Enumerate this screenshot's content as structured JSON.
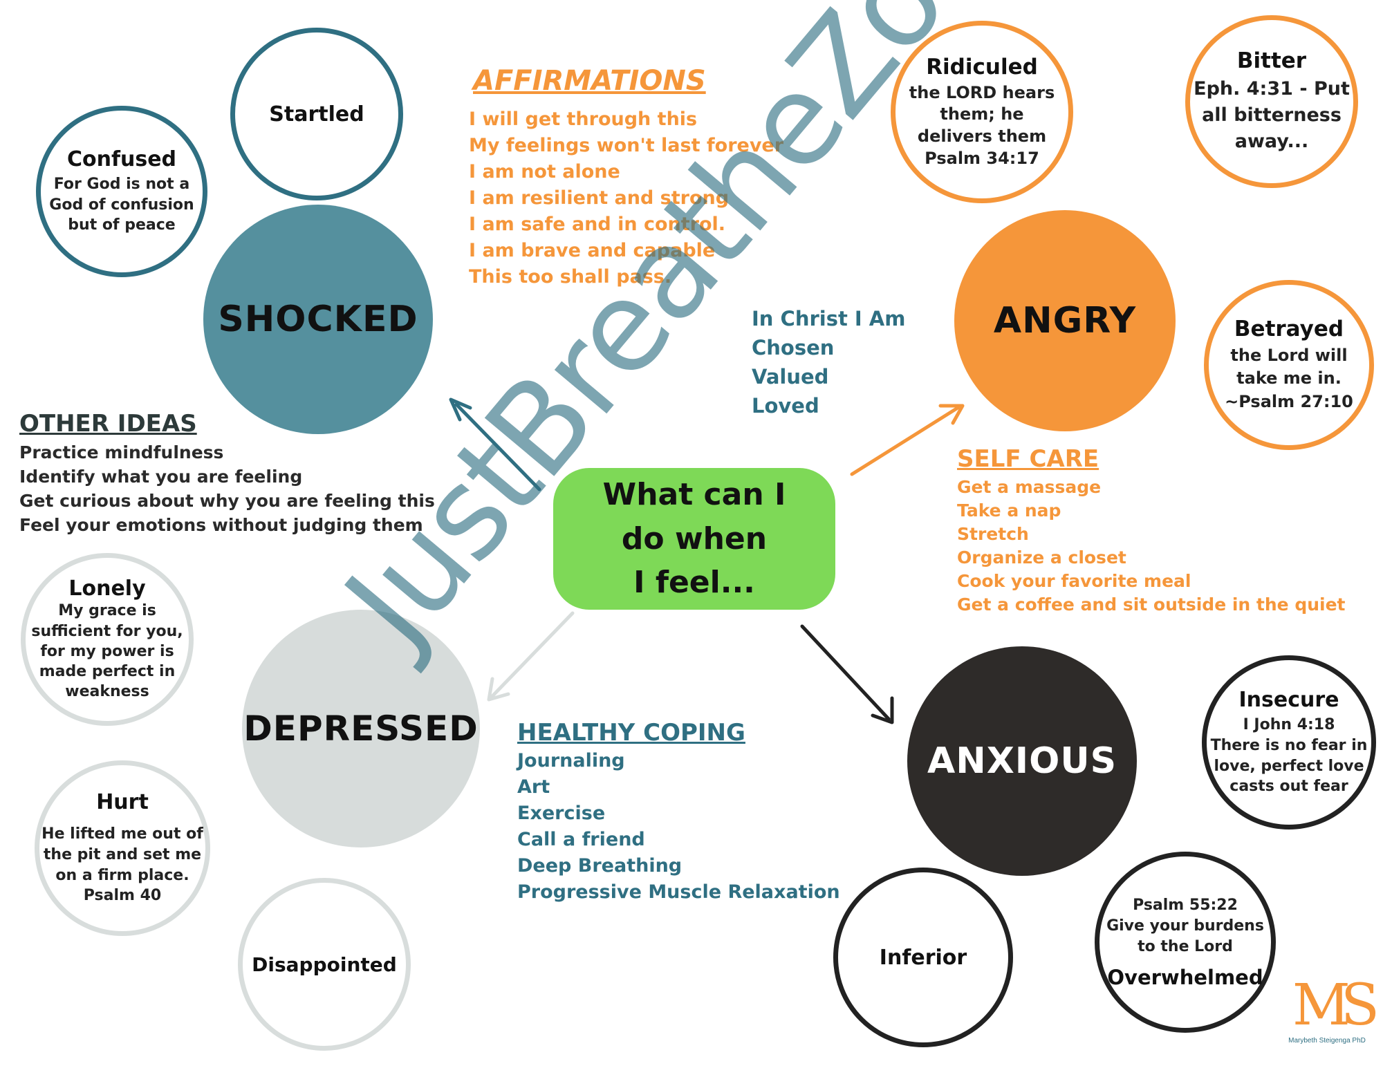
{
  "center": {
    "lines": [
      "What can I",
      "do when",
      "I feel..."
    ]
  },
  "shocked": {
    "label": "SHOCKED",
    "color": "#55909e"
  },
  "angry": {
    "label": "ANGRY",
    "color": "#f5963a"
  },
  "depressed": {
    "label": "DEPRESSED",
    "color": "#d7dcdb"
  },
  "anxious": {
    "label": "ANXIOUS",
    "color": "#2e2b29"
  },
  "startled": {
    "title": "Startled"
  },
  "confused": {
    "title": "Confused",
    "body": [
      "For God is not a",
      "God of confusion",
      "but of peace"
    ]
  },
  "ridiculed": {
    "title": "Ridiculed",
    "body": [
      "the LORD hears",
      "them; he",
      "delivers them",
      "Psalm 34:17"
    ]
  },
  "bitter": {
    "title": "Bitter",
    "body": [
      "Eph. 4:31 - Put",
      "all bitterness",
      "away..."
    ]
  },
  "betrayed": {
    "title": "Betrayed",
    "body": [
      "the Lord will",
      "take me in.",
      "~Psalm 27:10"
    ]
  },
  "lonely": {
    "title": "Lonely",
    "body": [
      "My grace is",
      "sufficient for you,",
      "for my power is",
      "made perfect in",
      "weakness"
    ]
  },
  "hurt": {
    "title": "Hurt",
    "body": [
      "He lifted me out of",
      "the pit and set me",
      "on a firm place.",
      "Psalm 40"
    ]
  },
  "disappointed": {
    "title": "Disappointed"
  },
  "insecure": {
    "title": "Insecure",
    "body": [
      "I John 4:18",
      "There is no fear in",
      "love, perfect love",
      "casts out fear"
    ]
  },
  "inferior": {
    "title": "Inferior"
  },
  "overwhelmed": {
    "title": "Overwhelmed",
    "body": [
      "Psalm 55:22",
      "Give your burdens",
      "to the Lord"
    ]
  },
  "affirmations": {
    "heading": "AFFIRMATIONS",
    "items": [
      "I will get through this",
      "My feelings won't last forever",
      "I am not alone",
      "I am resilient and strong",
      "I am safe and in control.",
      "I am brave and capable",
      "This too shall pass."
    ]
  },
  "in_christ": {
    "items": [
      "In Christ I Am",
      "Chosen",
      "Valued",
      "Loved"
    ]
  },
  "other_ideas": {
    "heading": "OTHER IDEAS",
    "items": [
      "Practice mindfulness",
      "Identify what you are feeling",
      "Get curious about why you are feeling this",
      "Feel your emotions without judging them"
    ]
  },
  "self_care": {
    "heading": "SELF CARE",
    "items": [
      "Get a massage",
      "Take a nap",
      "Stretch",
      "Organize a closet",
      "Cook your favorite meal",
      "Get a coffee and sit outside in the quiet"
    ]
  },
  "healthy_coping": {
    "heading": "HEALTHY COPING",
    "items": [
      "Journaling",
      "Art",
      "Exercise",
      "Call a friend",
      "Deep Breathing",
      "Progressive Muscle Relaxation"
    ]
  },
  "watermark": "JustBreatheZona",
  "logo": {
    "letters": "MS",
    "caption": "Marybeth Steigenga PhD"
  },
  "colors": {
    "teal": "#2f6f82",
    "orange": "#f5963a",
    "gray": "#d8dddc",
    "dark": "#222222",
    "green": "#7ed957"
  }
}
